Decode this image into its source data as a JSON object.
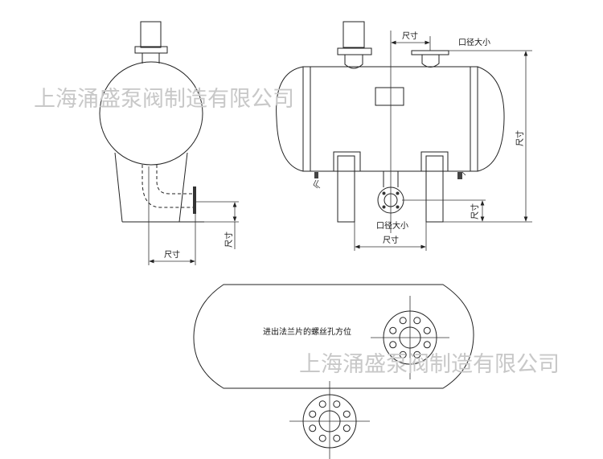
{
  "watermark": "上海涌盛泵阀制造有限公司",
  "side_view": {
    "dim_width": "尺寸",
    "dim_height": "尺寸"
  },
  "front_view": {
    "dim_top_offset": "尺寸",
    "top_nozzle_label": "口径大小",
    "dim_total_height": "尺寸",
    "outlet_label": "口径大小",
    "dim_outlet_height": "尺寸",
    "dim_saddle_spacing": "尺寸"
  },
  "flange_detail": {
    "caption": "进出法兰片的螺丝孔方位",
    "bolt_count": 8
  }
}
